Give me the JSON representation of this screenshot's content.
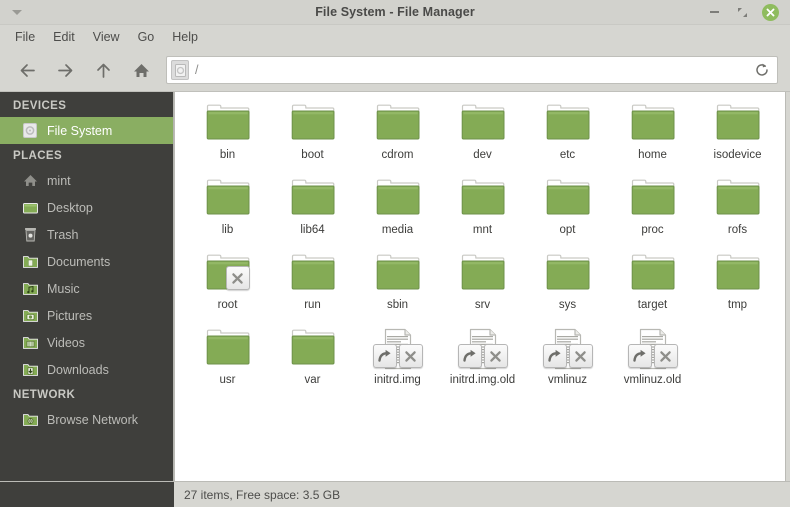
{
  "window": {
    "title": "File System - File Manager",
    "menu_chevron_icon": "chevron-down-icon",
    "minimize_label": "Minimize",
    "maximize_label": "Restore",
    "close_label": "Close"
  },
  "menubar": {
    "items": [
      {
        "label": "File"
      },
      {
        "label": "Edit"
      },
      {
        "label": "View"
      },
      {
        "label": "Go"
      },
      {
        "label": "Help"
      }
    ]
  },
  "toolbar": {
    "back_icon": "arrow-left-icon",
    "forward_icon": "arrow-right-icon",
    "up_icon": "arrow-up-icon",
    "home_icon": "home-icon",
    "refresh_icon": "refresh-icon",
    "path_icon": "disk-icon",
    "path_value": "/",
    "path_placeholder": "/"
  },
  "sidebar": {
    "sections": [
      {
        "title": "DEVICES",
        "items": [
          {
            "label": "File System",
            "icon": "disk-icon",
            "selected": true
          }
        ]
      },
      {
        "title": "PLACES",
        "items": [
          {
            "label": "mint",
            "icon": "home-icon",
            "selected": false
          },
          {
            "label": "Desktop",
            "icon": "desktop-folder-icon",
            "selected": false
          },
          {
            "label": "Trash",
            "icon": "trash-icon",
            "selected": false
          },
          {
            "label": "Documents",
            "icon": "documents-folder-icon",
            "selected": false
          },
          {
            "label": "Music",
            "icon": "music-folder-icon",
            "selected": false
          },
          {
            "label": "Pictures",
            "icon": "pictures-folder-icon",
            "selected": false
          },
          {
            "label": "Videos",
            "icon": "videos-folder-icon",
            "selected": false
          },
          {
            "label": "Downloads",
            "icon": "downloads-folder-icon",
            "selected": false
          }
        ]
      },
      {
        "title": "NETWORK",
        "items": [
          {
            "label": "Browse Network",
            "icon": "network-folder-icon",
            "selected": false
          }
        ]
      }
    ]
  },
  "fileview": {
    "items": [
      {
        "name": "bin",
        "type": "folder",
        "badge": "none"
      },
      {
        "name": "boot",
        "type": "folder",
        "badge": "none"
      },
      {
        "name": "cdrom",
        "type": "folder",
        "badge": "none"
      },
      {
        "name": "dev",
        "type": "folder",
        "badge": "none"
      },
      {
        "name": "etc",
        "type": "folder",
        "badge": "none"
      },
      {
        "name": "home",
        "type": "folder",
        "badge": "none"
      },
      {
        "name": "isodevice",
        "type": "folder",
        "badge": "none"
      },
      {
        "name": "lib",
        "type": "folder",
        "badge": "none"
      },
      {
        "name": "lib64",
        "type": "folder",
        "badge": "none"
      },
      {
        "name": "media",
        "type": "folder",
        "badge": "none"
      },
      {
        "name": "mnt",
        "type": "folder",
        "badge": "none"
      },
      {
        "name": "opt",
        "type": "folder",
        "badge": "none"
      },
      {
        "name": "proc",
        "type": "folder",
        "badge": "none"
      },
      {
        "name": "rofs",
        "type": "folder",
        "badge": "none"
      },
      {
        "name": "root",
        "type": "folder",
        "badge": "no-access"
      },
      {
        "name": "run",
        "type": "folder",
        "badge": "none"
      },
      {
        "name": "sbin",
        "type": "folder",
        "badge": "none"
      },
      {
        "name": "srv",
        "type": "folder",
        "badge": "none"
      },
      {
        "name": "sys",
        "type": "folder",
        "badge": "none"
      },
      {
        "name": "target",
        "type": "folder",
        "badge": "none"
      },
      {
        "name": "tmp",
        "type": "folder",
        "badge": "none"
      },
      {
        "name": "usr",
        "type": "folder",
        "badge": "none"
      },
      {
        "name": "var",
        "type": "folder",
        "badge": "none"
      },
      {
        "name": "initrd.img",
        "type": "symlink-document",
        "badge": "link-and-no-access"
      },
      {
        "name": "initrd.img.old",
        "type": "symlink-document",
        "badge": "link-and-no-access"
      },
      {
        "name": "vmlinuz",
        "type": "symlink-document",
        "badge": "link-and-no-access"
      },
      {
        "name": "vmlinuz.old",
        "type": "symlink-document",
        "badge": "link-and-no-access"
      }
    ]
  },
  "statusbar": {
    "text": "27 items, Free space: 3.5 GB"
  },
  "colors": {
    "folder_green": "#84ab55",
    "sidebar_bg": "#3f3f3c",
    "sidebar_selected": "#8aae62",
    "close_button": "#8fbc5e",
    "chrome_bg": "#d6d6d1"
  }
}
